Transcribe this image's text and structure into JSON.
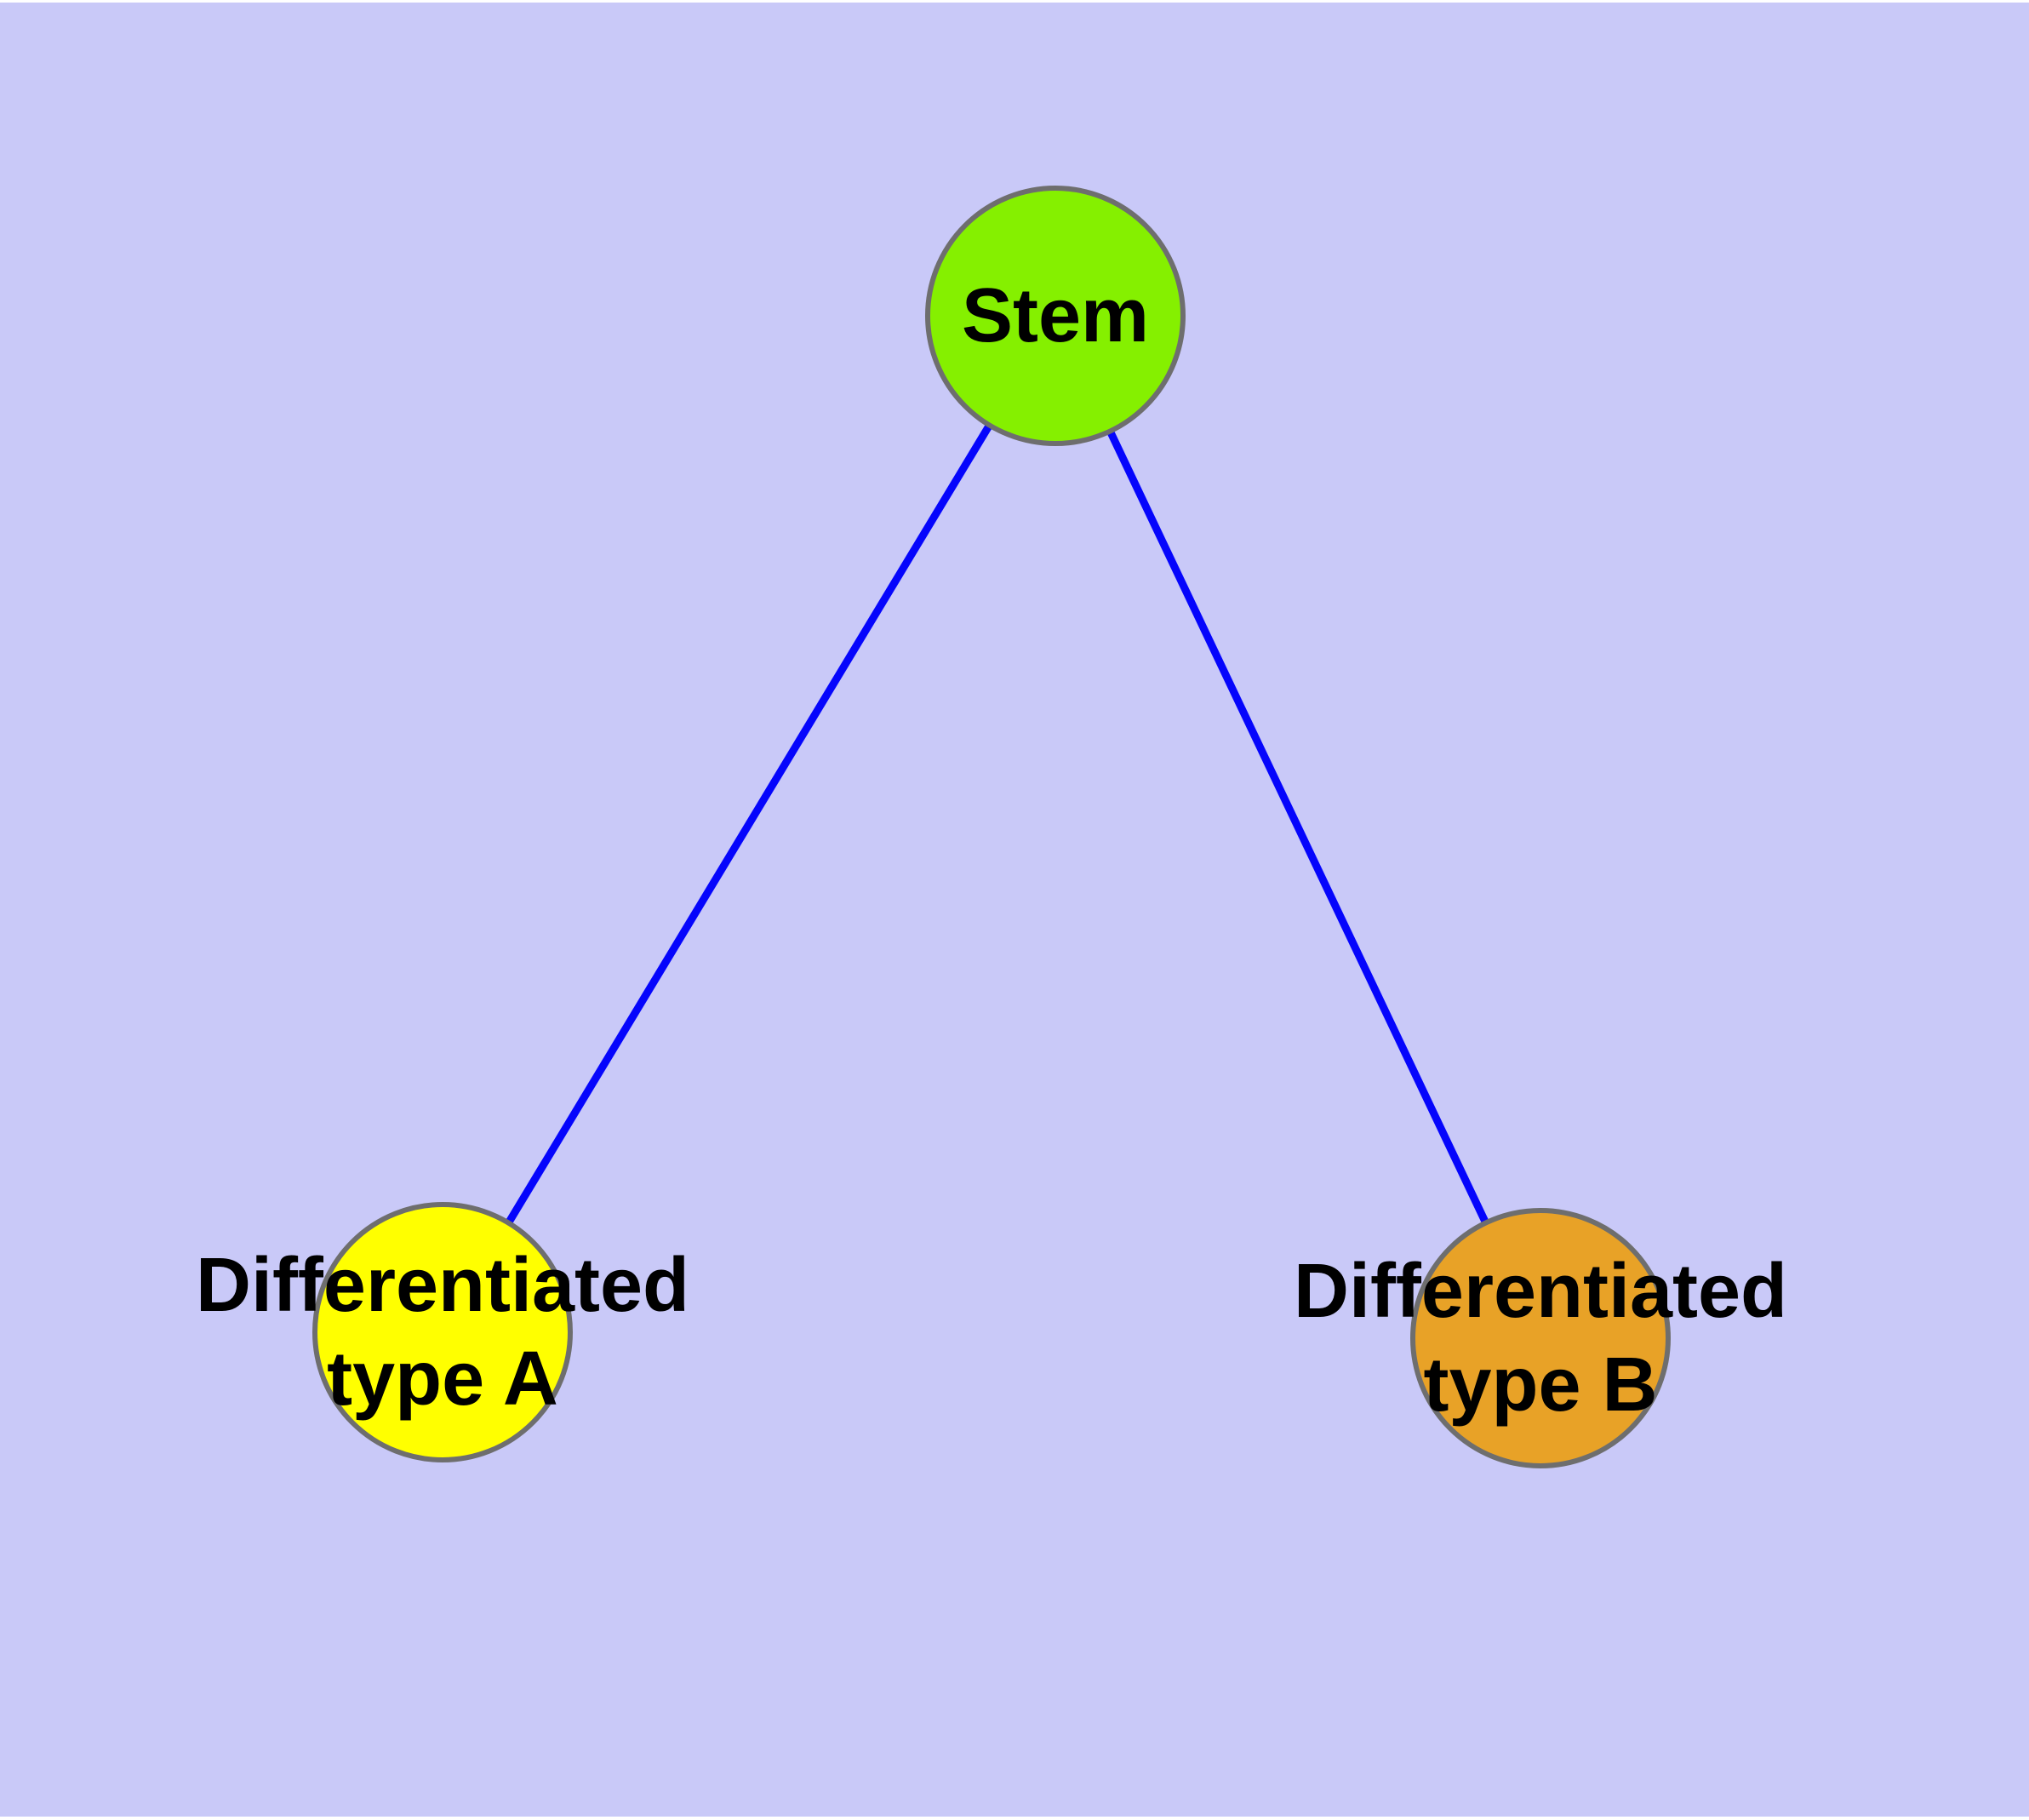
{
  "diagram": {
    "description": "Stem cell differentiation graph: a stem node connected to two differentiated cell-type nodes",
    "colors": {
      "background": "#C9C9F8",
      "page_margin": "#FFFFFF",
      "node_border": "#6E6E6E",
      "edge": "#0505FC",
      "label_text": "#000000",
      "stem_fill": "#85F000",
      "type_a_fill": "#FFFF00",
      "type_b_fill": "#E8A227"
    },
    "nodes": {
      "stem": {
        "label": "Stem"
      },
      "type_a": {
        "label_line1": "Differentiated",
        "label_line2": "type A"
      },
      "type_b": {
        "label_line1": "Differentiated",
        "label_line2": "type B"
      }
    },
    "edges": [
      {
        "from": "Stem",
        "to": "Differentiated type A"
      },
      {
        "from": "Stem",
        "to": "Differentiated type B"
      }
    ]
  }
}
